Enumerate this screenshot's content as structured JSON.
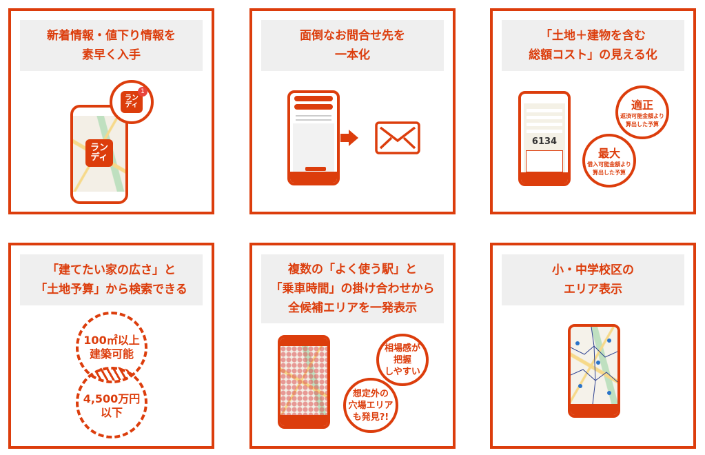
{
  "colors": {
    "accent": "#dc3d0c",
    "title_bg": "#efefef"
  },
  "cards": [
    {
      "title_lines": [
        "新着情報・値下り情報を",
        "素早く入手"
      ],
      "logo": [
        "ラン",
        "ディ"
      ],
      "badge": "1"
    },
    {
      "title_lines": [
        "面倒なお問合せ先を",
        "一本化"
      ],
      "icons": [
        "arrow-right-icon",
        "envelope-icon"
      ]
    },
    {
      "title_lines": [
        "「土地＋建物を含む",
        "総額コスト」の見える化"
      ],
      "phone_total": "6134",
      "bubbles": [
        {
          "head": "適正",
          "lines": [
            "返済可能金額より",
            "算出した予算"
          ]
        },
        {
          "head": "最大",
          "lines": [
            "借入可能金額より",
            "算出した予算"
          ]
        }
      ]
    },
    {
      "title_lines": [
        "「建てたい家の広さ」と",
        "「土地予算」から検索できる"
      ],
      "bubbles": [
        {
          "lines": [
            "100㎡以上",
            "建築可能"
          ]
        },
        {
          "lines": [
            "4,500万円",
            "以下"
          ]
        }
      ]
    },
    {
      "title_lines": [
        "複数の「よく使う駅」と",
        "「乗車時間」の掛け合わせから",
        "全候補エリアを一発表示"
      ],
      "bubbles": [
        {
          "lines": [
            "相場感が",
            "把握",
            "しやすい"
          ]
        },
        {
          "lines": [
            "想定外の",
            "穴場エリア",
            "も発見?!"
          ]
        }
      ]
    },
    {
      "title_lines": [
        "小・中学校区の",
        "エリア表示"
      ]
    }
  ]
}
